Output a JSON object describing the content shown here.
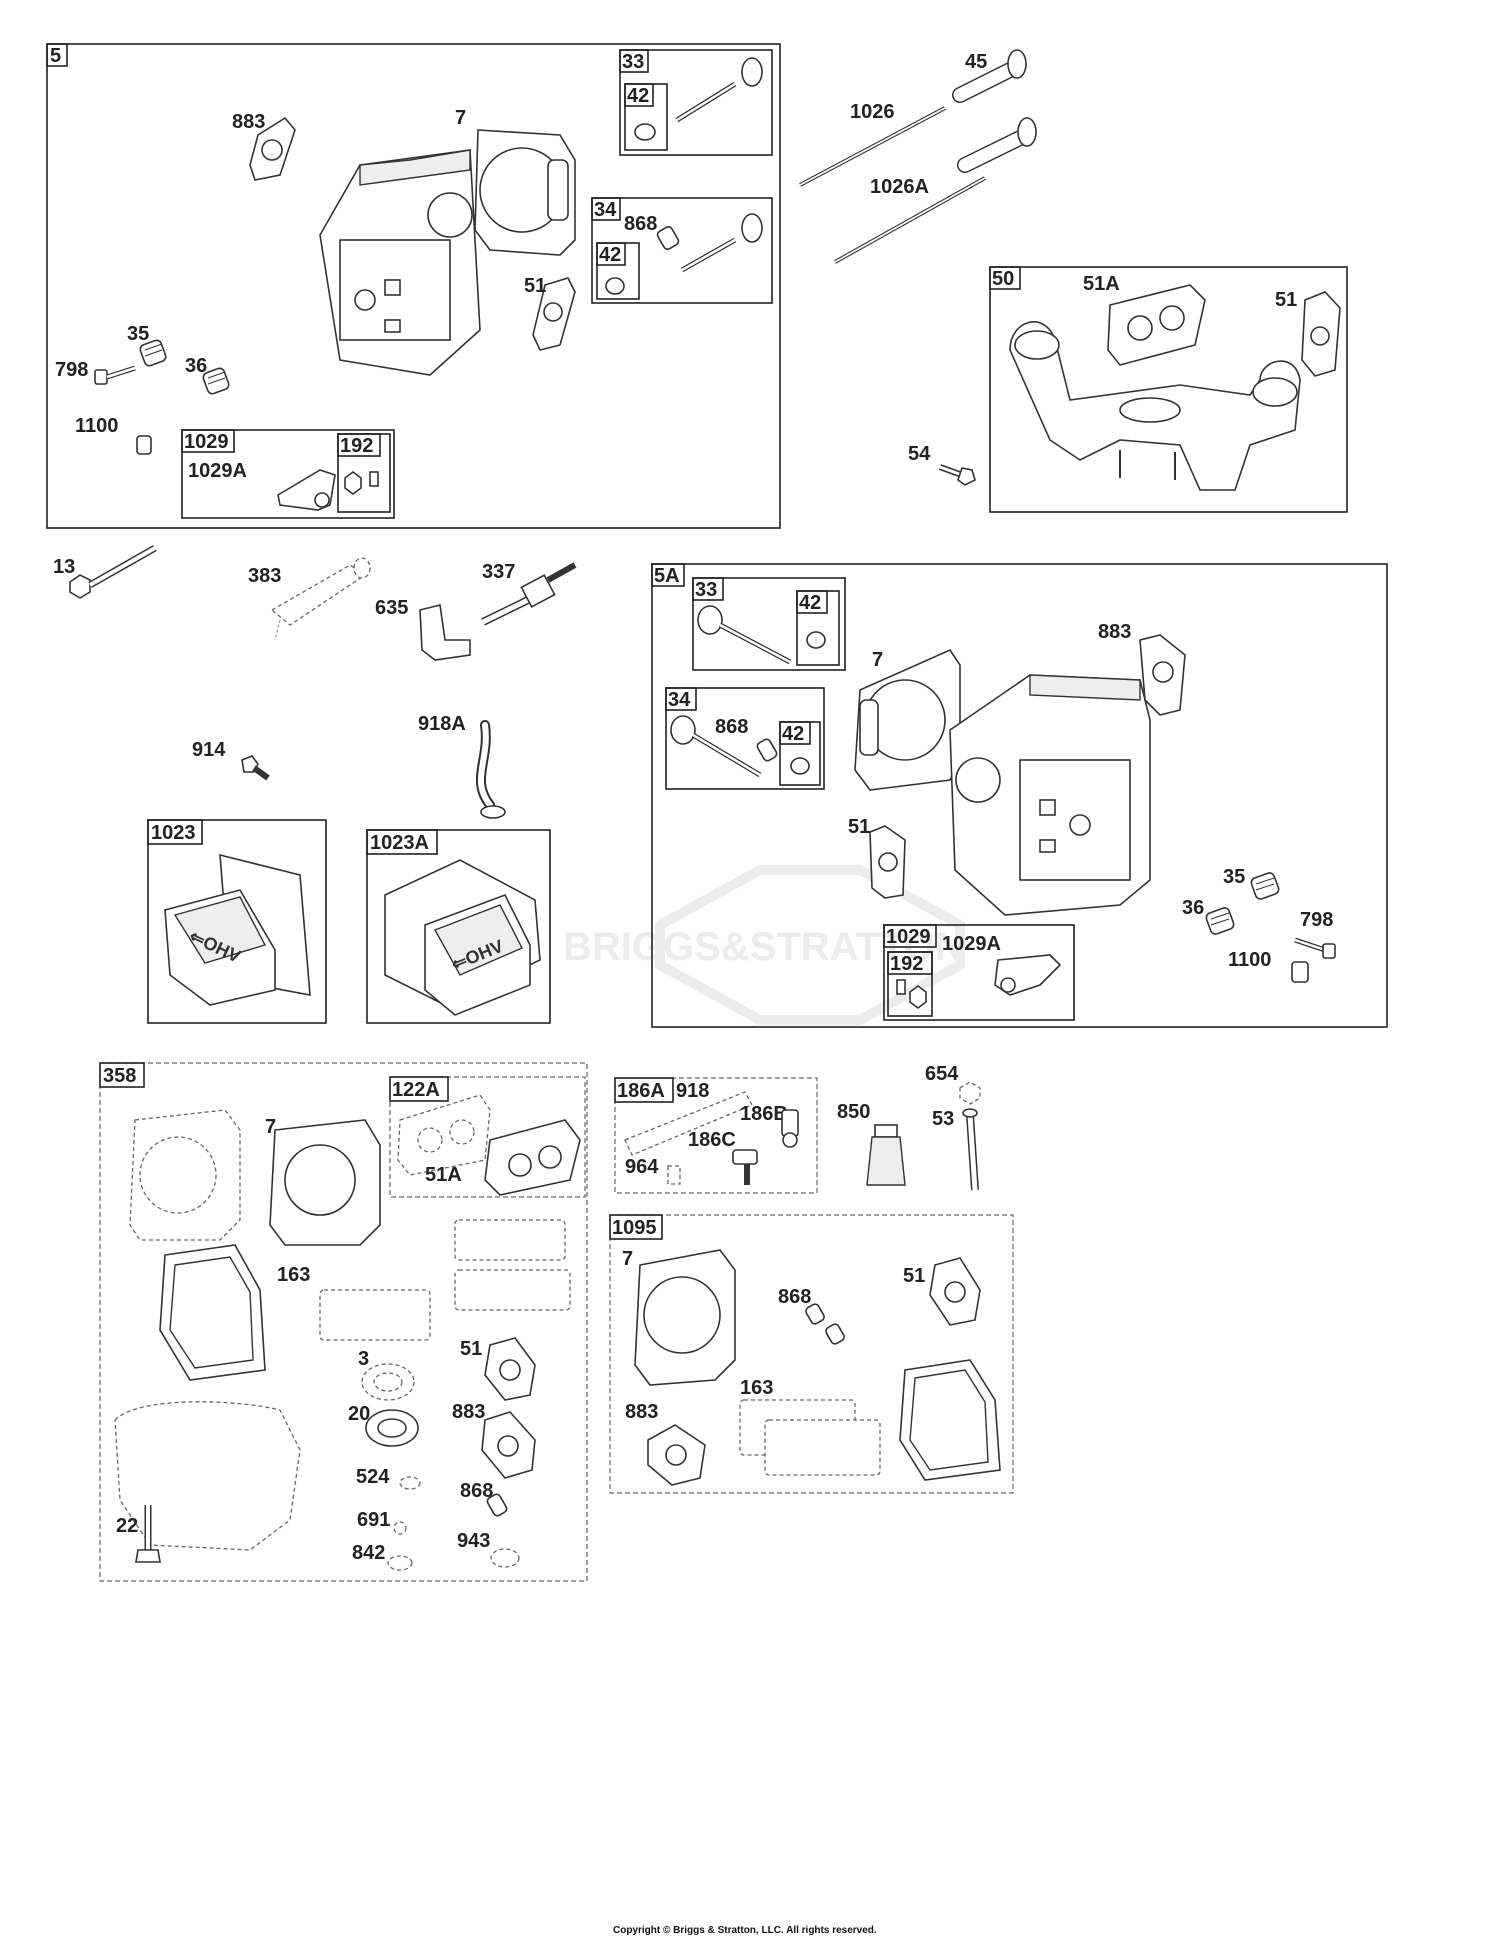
{
  "watermark": "BRIGGS&STRATTON",
  "copyright": "Copyright © Briggs & Stratton, LLC. All rights reserved.",
  "groups": {
    "g5": "5",
    "g33": "33",
    "g42a": "42",
    "g34": "34",
    "g42b": "42",
    "g1029": "1029",
    "g192": "192",
    "g50": "50",
    "g5A": "5A",
    "g5A33": "33",
    "g5A42a": "42",
    "g5A34": "34",
    "g5A42b": "42",
    "g5A1029": "1029",
    "g5A192": "192",
    "g1023": "1023",
    "g1023A": "1023A",
    "g358": "358",
    "g122A": "122A",
    "g186A": "186A",
    "g1095": "1095"
  },
  "labels": {
    "l883a": "883",
    "l7a": "7",
    "l868a": "868",
    "l51a": "51",
    "l35a": "35",
    "l798a": "798",
    "l36a": "36",
    "l1100a": "1100",
    "l1029Aa": "1029A",
    "l45": "45",
    "l1026": "1026",
    "l1026A": "1026A",
    "l51Ab": "51A",
    "l51b": "51",
    "l54": "54",
    "l13": "13",
    "l383": "383",
    "l337": "337",
    "l635": "635",
    "l914": "914",
    "l918A": "918A",
    "l7c": "7",
    "l883c": "883",
    "l868c": "868",
    "l51c": "51",
    "l35c": "35",
    "l36c": "36",
    "l798c": "798",
    "l1100c": "1100",
    "l1029Ac": "1029A",
    "l7d": "7",
    "l51Ad": "51A",
    "l163d": "163",
    "l3": "3",
    "l51d": "51",
    "l20": "20",
    "l883d": "883",
    "l524": "524",
    "l868d": "868",
    "l691": "691",
    "l943": "943",
    "l842": "842",
    "l22": "22",
    "l918": "918",
    "l186B": "186B",
    "l186C": "186C",
    "l964": "964",
    "l850": "850",
    "l654": "654",
    "l53": "53",
    "l7e": "7",
    "l868e": "868",
    "l51e": "51",
    "l883e": "883",
    "l163e": "163"
  }
}
